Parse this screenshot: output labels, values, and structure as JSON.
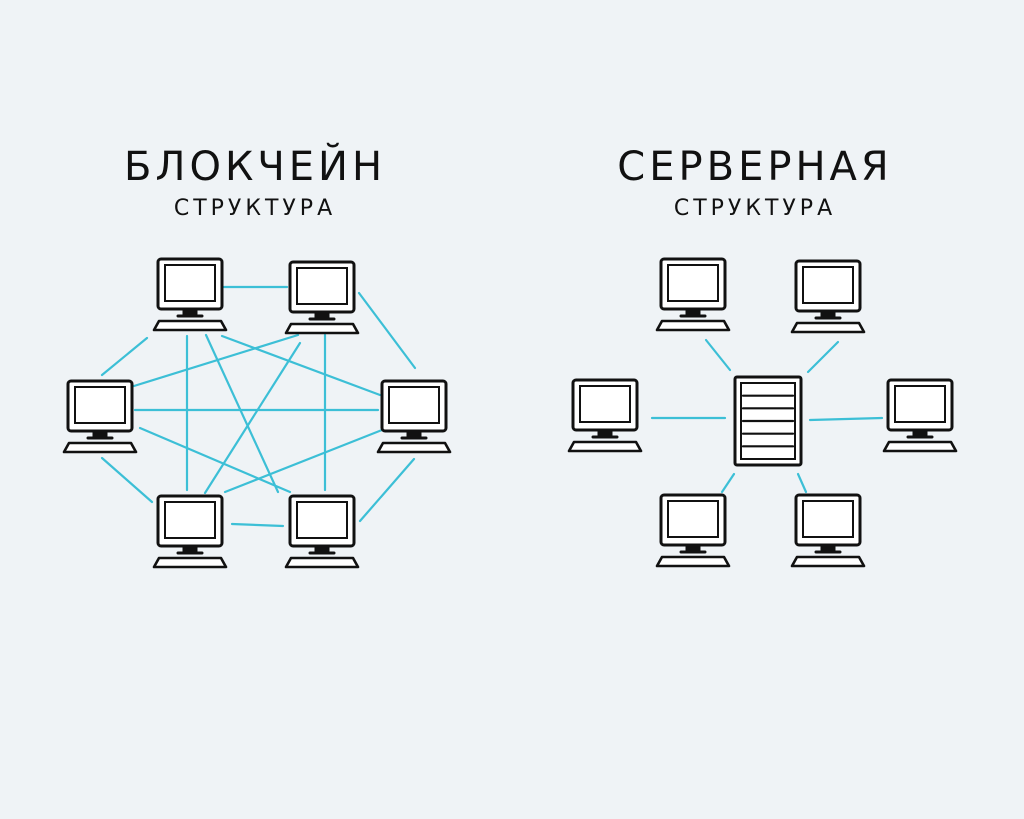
{
  "blockchain": {
    "title": "БЛОКЧЕЙН",
    "subtitle": "СТРУКТУРА"
  },
  "server": {
    "title": "СЕРВЕРНАЯ",
    "subtitle": "СТРУКТУРА"
  },
  "colors": {
    "background": "#eff3f6",
    "ink": "#111111",
    "connection": "#3cbfd6"
  },
  "icons": {
    "node": "computer-icon",
    "hub": "server-icon"
  }
}
